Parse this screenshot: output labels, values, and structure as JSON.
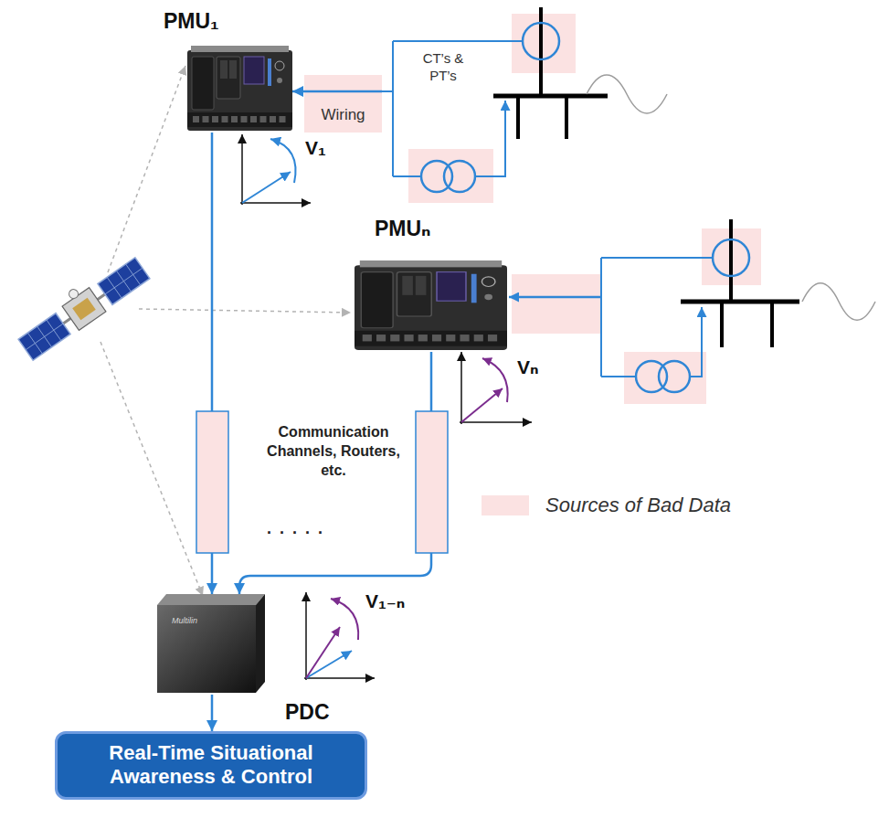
{
  "diagram": {
    "nodes": [
      {
        "text": [
          "PMU₁"
        ]
      },
      {
        "text": [
          "Wiring"
        ]
      },
      {
        "text": [
          "PMUₙ"
        ]
      },
      {
        "text": [
          "Multilin",
          "PDC"
        ]
      },
      {
        "text": [
          "Real-Time Situational Awareness & Control"
        ]
      }
    ],
    "edges": [
      {
        "from": 1,
        "to": 0,
        "arrow": "to"
      },
      {
        "from": 0,
        "to": 3,
        "arrow": "to"
      },
      {
        "from": 2,
        "to": 3,
        "arrow": "to"
      },
      {
        "from": 3,
        "to": 4,
        "arrow": "to"
      }
    ],
    "labels": [
      "CT’s & PT’s",
      "V₁",
      "Vₙ",
      "Communication Channels, Routers, etc.",
      ". . . . .",
      "V₁₋ₙ"
    ],
    "legend": [
      {
        "text": "Sources of Bad Data",
        "color": "#fbe2e2"
      }
    ]
  }
}
